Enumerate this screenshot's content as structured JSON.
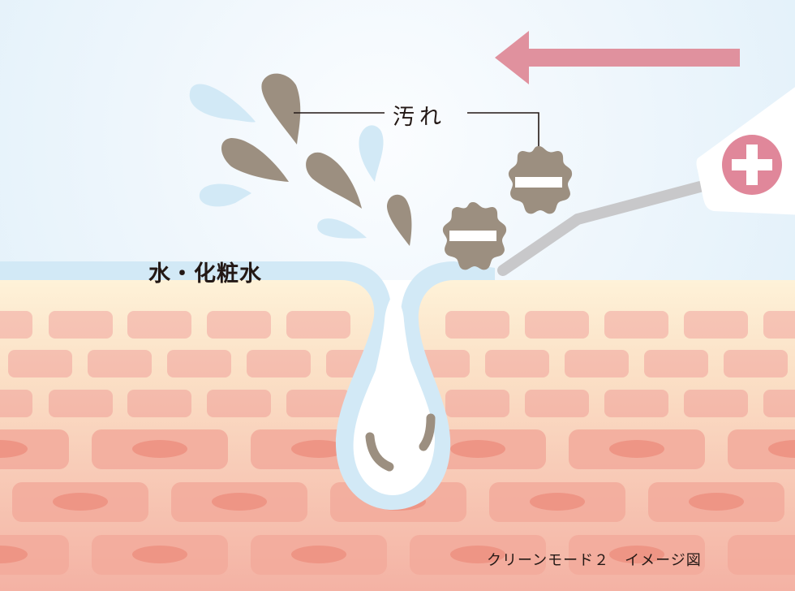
{
  "labels": {
    "water_lotion": "水・化粧水",
    "dirt": "汚れ",
    "caption": "クリーンモード２　イメージ図"
  },
  "charges": {
    "dirt_particle": "minus",
    "device_electrode": "plus"
  },
  "arrow": {
    "direction": "left"
  },
  "colors": {
    "sky_top": "#e6f2fa",
    "sky_glow": "#f8fbfe",
    "water_film": "#d2e9f6",
    "dirt": "#9c8f80",
    "arrow_pink": "#e0919e",
    "plus_pink": "#e0879a",
    "skin_top": "#fdf0d6",
    "skin_bottom": "#f3b5a6",
    "cell_light": "#f6c4b5",
    "cell_dark": "#f1a594",
    "nucleus": "#ee9585",
    "probe_gray": "#c8c8ca",
    "text": "#231815"
  }
}
